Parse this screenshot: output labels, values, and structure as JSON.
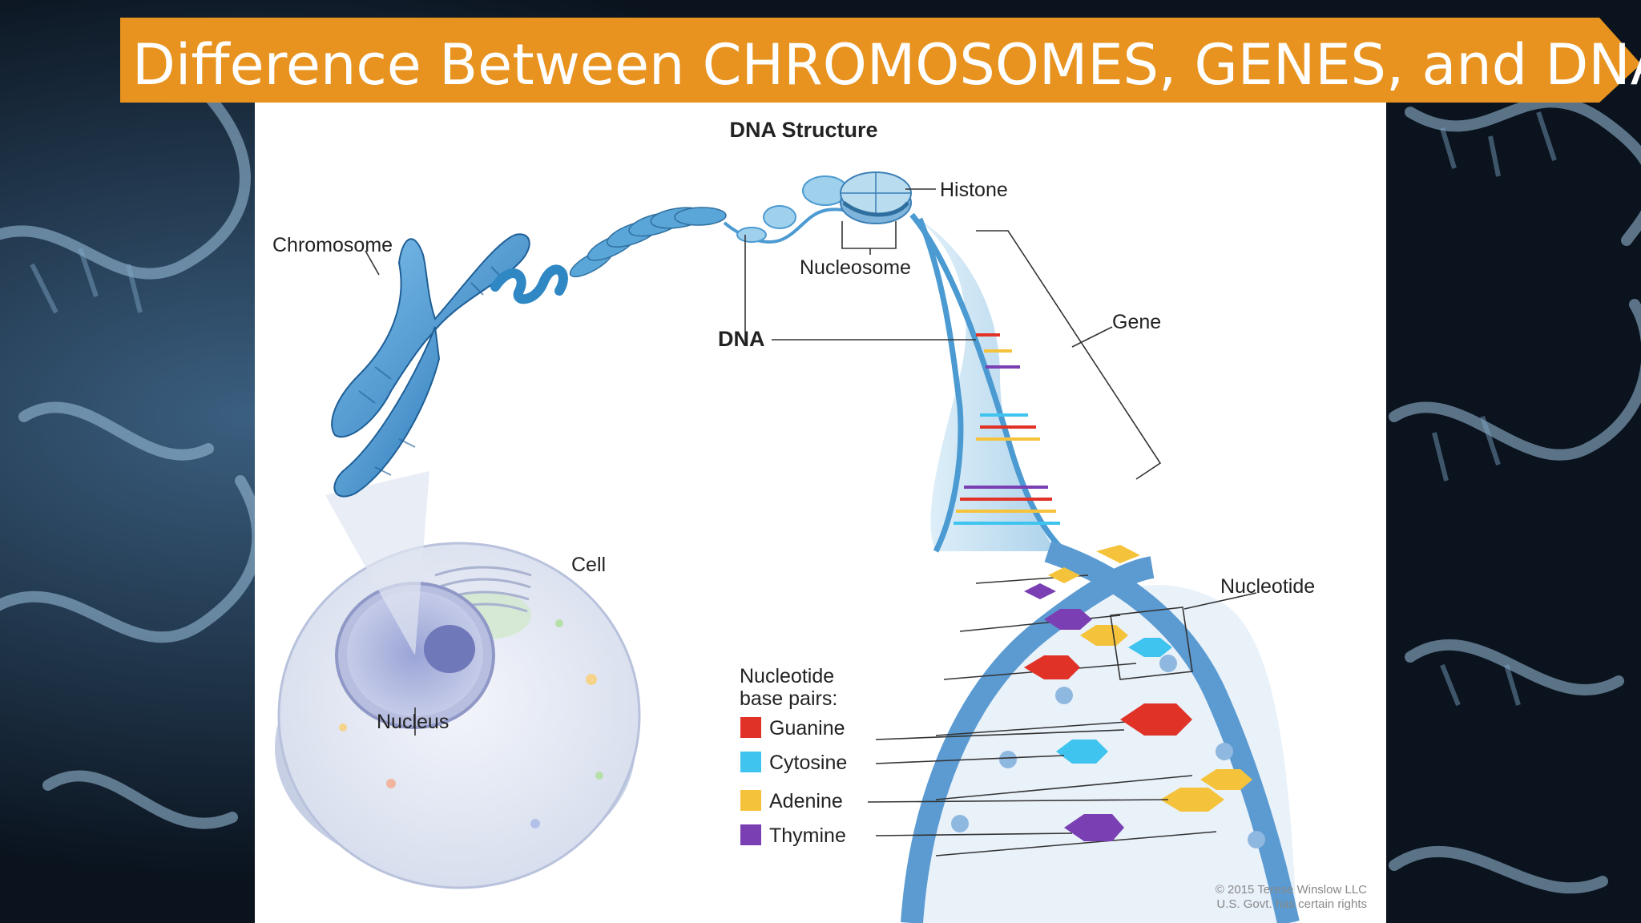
{
  "slide": {
    "title": "Difference Between CHROMOSOMES, GENES, and DNA",
    "banner_color": "#e8931f"
  },
  "figure": {
    "heading": "DNA Structure",
    "labels": {
      "chromosome": "Chromosome",
      "histone": "Histone",
      "nucleosome": "Nucleosome",
      "dna": "DNA",
      "gene": "Gene",
      "cell": "Cell",
      "nucleus": "Nucleus",
      "nucleotide": "Nucleotide"
    },
    "legend": {
      "title_line1": "Nucleotide",
      "title_line2": "base pairs:",
      "items": [
        {
          "label": "Guanine",
          "color": "#e03227"
        },
        {
          "label": "Cytosine",
          "color": "#3fc4ef"
        },
        {
          "label": "Adenine",
          "color": "#f5c33b"
        },
        {
          "label": "Thymine",
          "color": "#7a3fb3"
        }
      ]
    },
    "credit_line1": "© 2015 Terese Winslow LLC",
    "credit_line2": "U.S. Govt. has certain rights"
  }
}
